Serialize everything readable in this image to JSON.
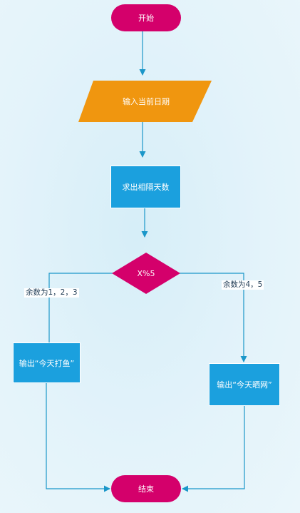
{
  "nodes": {
    "start": "开始",
    "input_date": "输入当前日期",
    "compute_days": "求出相隔天数",
    "decision": "X%5",
    "fishing": "输出“今天打鱼”",
    "drying": "输出“今天晒网”",
    "end": "结束"
  },
  "edges": {
    "left_branch": "余数为1，2，3",
    "right_branch": "余数为4，5"
  },
  "colors": {
    "terminal": "#d4006b",
    "decision": "#d4006b",
    "process": "#1ba0de",
    "io": "#f0960f",
    "connector": "#1b97c9"
  }
}
